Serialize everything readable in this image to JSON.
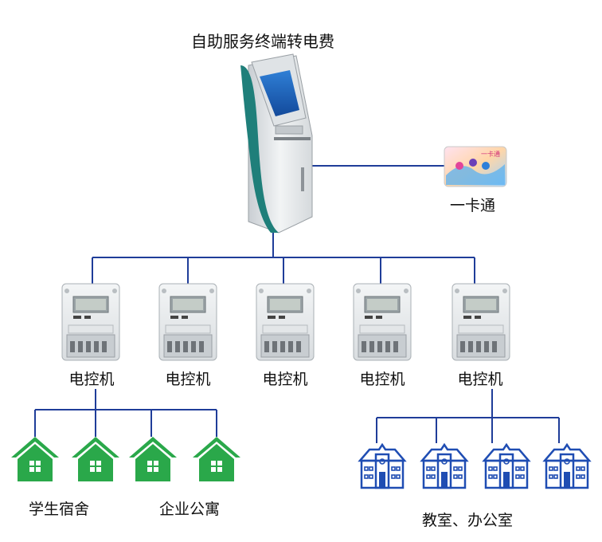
{
  "title": "自助服务终端转电费",
  "card_label": "一卡通",
  "card_text": "一卡通",
  "meters": [
    {
      "label": "电控机"
    },
    {
      "label": "电控机"
    },
    {
      "label": "电控机"
    },
    {
      "label": "电控机"
    },
    {
      "label": "电控机"
    }
  ],
  "groups": {
    "left": {
      "label_1": "学生宿舍",
      "label_2": "企业公寓"
    },
    "right": {
      "label": "教室、办公室"
    }
  },
  "colors": {
    "line": "#1f3d99",
    "house_green": "#2aa84a",
    "building_blue": "#1f4db3",
    "kiosk_teal": "#1f7f7a"
  },
  "icons": {
    "kiosk": "kiosk-terminal-icon",
    "card": "campus-card-icon",
    "meter": "electric-meter-icon",
    "house": "house-icon",
    "building": "building-icon"
  }
}
